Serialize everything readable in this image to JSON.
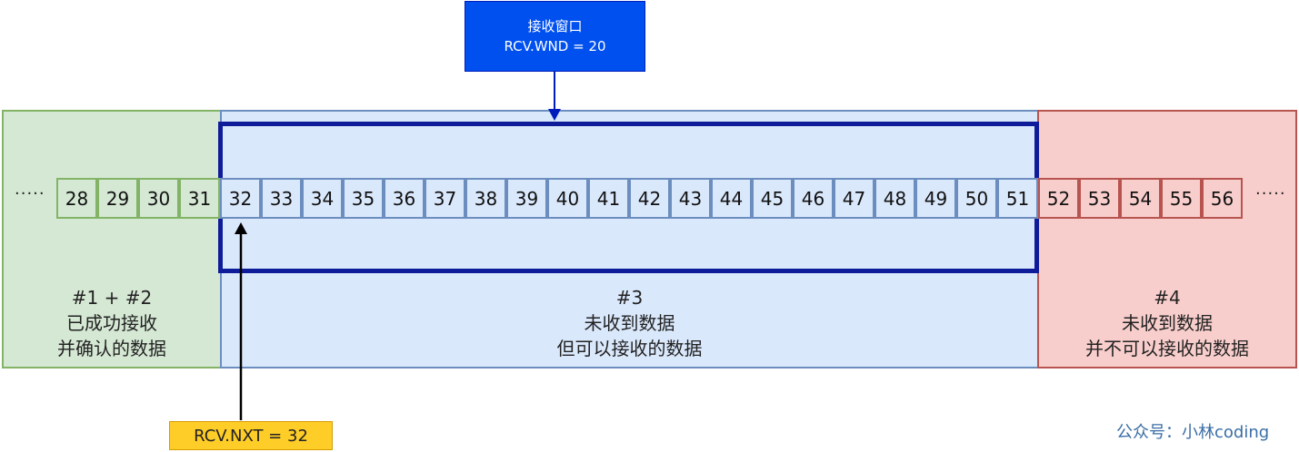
{
  "receive_window": {
    "title": "接收窗口",
    "value": "RCV.WND = 20"
  },
  "cells": {
    "green": [
      "28",
      "29",
      "30",
      "31"
    ],
    "blue": [
      "32",
      "33",
      "34",
      "35",
      "36",
      "37",
      "38",
      "39",
      "40",
      "41",
      "42",
      "43",
      "44",
      "45",
      "46",
      "47",
      "48",
      "49",
      "50",
      "51"
    ],
    "red": [
      "52",
      "53",
      "54",
      "55",
      "56"
    ]
  },
  "ellipsis": {
    "left": "·····",
    "right": "·····"
  },
  "regions": {
    "green": {
      "line1": "#1 + #2",
      "line2": "已成功接收",
      "line3": "并确认的数据",
      "fill": "#d5e8d4",
      "stroke": "#82b366"
    },
    "blue": {
      "line1": "#3",
      "line2": "未收到数据",
      "line3": "但可以接收的数据",
      "fill": "#dae8fc",
      "stroke": "#6c8ebf"
    },
    "red": {
      "line1": "#4",
      "line2": "未收到数据",
      "line3": "并不可以接收的数据",
      "fill": "#f8cecc",
      "stroke": "#b85450"
    }
  },
  "next_pointer": {
    "label": "RCV.NXT = 32"
  },
  "watermark": "公众号：小林coding"
}
